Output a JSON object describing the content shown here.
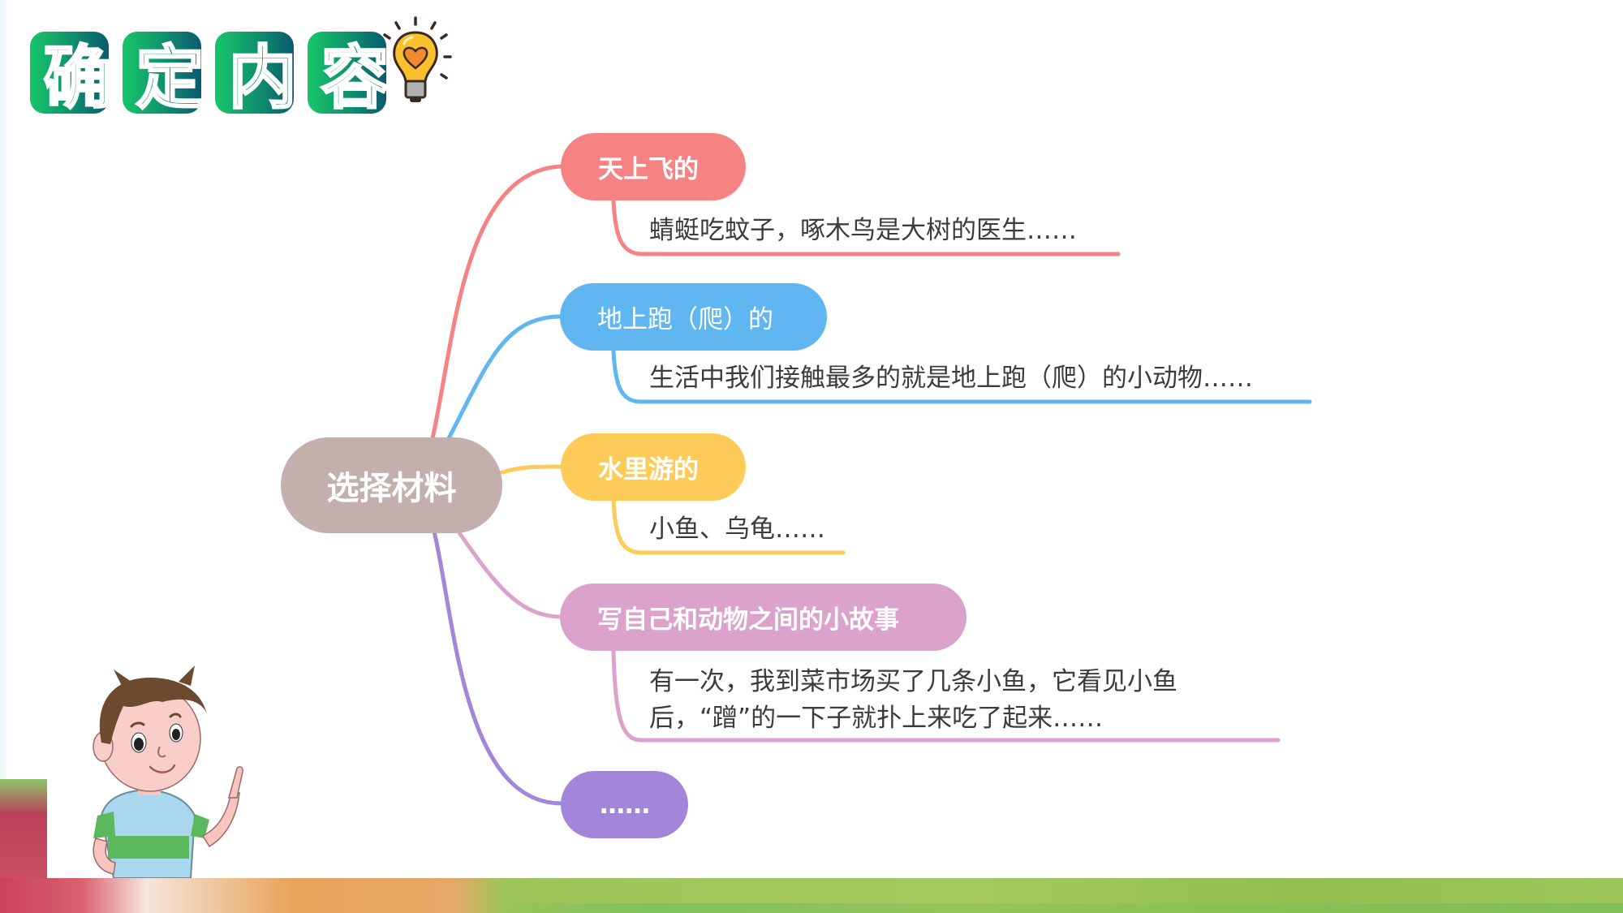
{
  "title": {
    "chars": [
      "确",
      "定",
      "内",
      "容"
    ],
    "tile_gradient": [
      "#18c66a",
      "#0a5a70"
    ],
    "icon": "lightbulb-heart-icon"
  },
  "mindmap": {
    "center": {
      "label": "选择材料",
      "color": "#c3b0ad"
    },
    "branches": [
      {
        "label": "天上飞的",
        "color": "#f58383",
        "detail": [
          "蜻蜓吃蚊子，啄木鸟是大树的医生……"
        ]
      },
      {
        "label": "地上跑（爬）的",
        "color": "#5fb6f0",
        "detail": [
          "生活中我们接触最多的就是地上跑（爬）的小动物……"
        ]
      },
      {
        "label": "水里游的",
        "color": "#fdcb58",
        "detail": [
          "小鱼、乌龟……"
        ]
      },
      {
        "label": "写自己和动物之间的小故事",
        "color": "#dba3cc",
        "detail": [
          "有一次，我到菜市场买了几条小鱼，它看见小鱼",
          "后，“蹭”的一下子就扑上来吃了起来……"
        ]
      },
      {
        "label": "……",
        "color": "#a286d9",
        "detail": []
      }
    ]
  },
  "illustration": {
    "icon": "cartoon-boy-pointing-icon"
  }
}
